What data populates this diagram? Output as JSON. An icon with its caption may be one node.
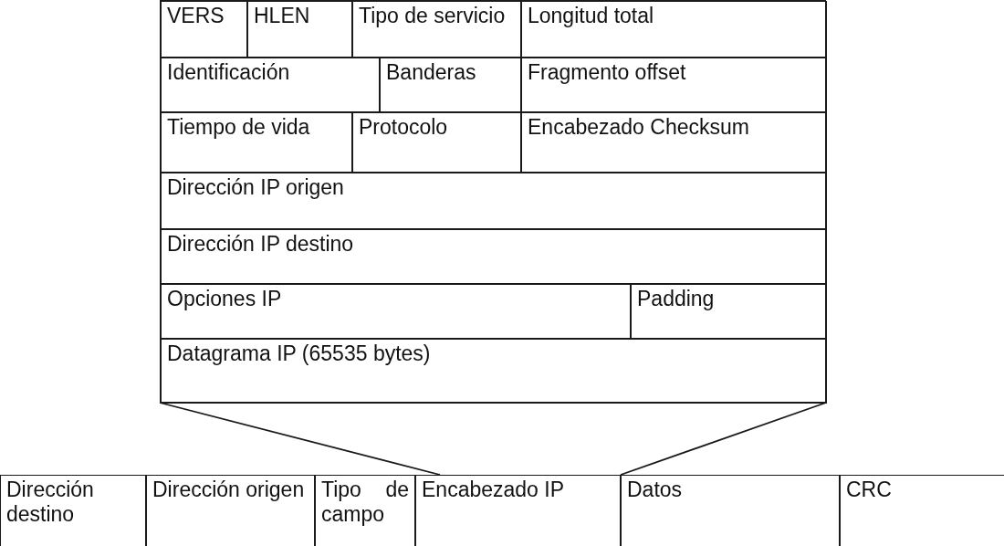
{
  "diagram": {
    "nodes": [
      {
        "text": [],
        "shape": "box"
      },
      {
        "text": [
          "VERS"
        ],
        "in": 0
      },
      {
        "text": [
          "HLEN"
        ],
        "in": 0
      },
      {
        "text": [
          "Tipo de servicio"
        ],
        "in": 0
      },
      {
        "text": [
          "Longitud total"
        ],
        "in": 0
      },
      {
        "text": [
          "Identificación"
        ],
        "in": 0
      },
      {
        "text": [
          "Banderas"
        ],
        "in": 0
      },
      {
        "text": [
          "Fragmento offset"
        ],
        "in": 0
      },
      {
        "text": [
          "Tiempo de vida"
        ],
        "in": 0
      },
      {
        "text": [
          "Protocolo"
        ],
        "in": 0
      },
      {
        "text": [
          "Encabezado Checksum"
        ],
        "in": 0
      },
      {
        "text": [
          "Dirección IP origen"
        ],
        "in": 0
      },
      {
        "text": [
          "Dirección IP destino"
        ],
        "in": 0
      },
      {
        "text": [
          "Opciones IP"
        ],
        "in": 0
      },
      {
        "text": [
          "Padding"
        ],
        "in": 0
      },
      {
        "text": [
          "Datagrama IP (65535 bytes)"
        ],
        "in": 0
      },
      {
        "text": [
          "Dirección destino"
        ]
      },
      {
        "text": [
          "Dirección origen"
        ]
      },
      {
        "text": [
          "Tipo de campo"
        ]
      },
      {
        "text": [
          "Encabezado IP"
        ]
      },
      {
        "text": [
          "Datos"
        ]
      },
      {
        "text": [
          "CRC"
        ]
      }
    ],
    "edges": [
      {
        "from": 0,
        "to": 19,
        "arrow": "none"
      },
      {
        "from": 0,
        "to": 19,
        "arrow": "none"
      }
    ]
  }
}
